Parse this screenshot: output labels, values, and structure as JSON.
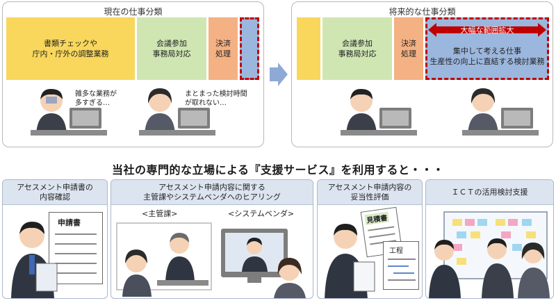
{
  "current": {
    "title": "現在の仕事分類",
    "block_check": [
      "書類チェックや",
      "庁内・庁外の調整業務"
    ],
    "block_meeting": [
      "会議参加",
      "事務局対応"
    ],
    "block_settle": [
      "決済",
      "処理"
    ],
    "speech_left": [
      "雑多な業務が",
      "多すぎる…"
    ],
    "speech_right": [
      "まとまった検討時間",
      "が取れない…"
    ]
  },
  "future": {
    "title": "将来的な仕事分類",
    "block_meeting": [
      "会議参加",
      "事務局対応"
    ],
    "block_settle": [
      "決済",
      "処理"
    ],
    "expand_label": "大幅な範囲拡大",
    "block_study": [
      "集中して考える仕事",
      "生産性の向上に直結する検討業務"
    ]
  },
  "headline": "当社の専門的な立場による『支援サービス』を利用すると・・・",
  "services": [
    {
      "title": [
        "アセスメント申請書の",
        "内容確認"
      ],
      "doc_label": "申請書"
    },
    {
      "title": [
        "アセスメント申請内容に関する",
        "主管課やシステムベンダへのヒアリング"
      ],
      "label_left": "<主管課>",
      "label_right": "<システムベンダ>"
    },
    {
      "title": [
        "アセスメント申請内容の",
        "妥当性評価"
      ],
      "doc_label": "見積書",
      "doc_label2": "工程"
    },
    {
      "title": [
        "ＩＣＴの活用検討支援"
      ]
    }
  ],
  "colors": {
    "yellow": "#f8d75c",
    "green": "#cfe6b3",
    "salmon": "#f4b183",
    "blue": "#9cb7dd",
    "red": "#c00000",
    "arrow": "#8fa9d6"
  }
}
